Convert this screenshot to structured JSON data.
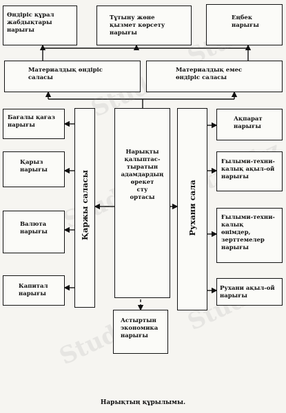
{
  "boxes": {
    "means_production_market": [
      "Өндіріс құрал",
      "жабдықтары",
      "нарығы"
    ],
    "consumer_goods_market": [
      "Тұтыну жөне",
      "қызмет көрсету",
      "нарығы"
    ],
    "labor_market": [
      "Еңбек",
      "нарығы"
    ],
    "material_production": [
      "Материалдық өндіріс",
      "саласы"
    ],
    "non_material_production": [
      "Материалдық емес",
      "өндіріс саласы"
    ],
    "securities_market": [
      "Бағалы қағаз",
      "нарығы"
    ],
    "loan_market": [
      "Қарыз",
      "нарығы"
    ],
    "currency_market": [
      "Валюта",
      "нарығы"
    ],
    "capital_market": [
      "Капитал",
      "нарығы"
    ],
    "finance_sector": "Қаржы саласы",
    "center": [
      "Нарықты",
      "қалыптас-",
      "тыратын",
      "адамдардың",
      "өрекет",
      "сту",
      "ортасы"
    ],
    "spiritual_sector": "Рухани сала",
    "information_market": [
      "Ақпарат",
      "нарығы"
    ],
    "scitech_ideas_market": [
      "Ғылыми-техни-",
      "калық ақыл-ой",
      "нарығы"
    ],
    "scitech_products_market": [
      "Ғылыми-техни-",
      "калық",
      "өнімдер,",
      "зерттемелер",
      "нарығы"
    ],
    "spiritual_ideas_market": [
      "Рухани ақыл-ой",
      "нарығы"
    ],
    "shadow_economy_market": [
      "Астыртын",
      "экономика",
      "нарығы"
    ]
  },
  "caption": "Нарықтың құрылымы.",
  "watermark": "Stud.kz"
}
